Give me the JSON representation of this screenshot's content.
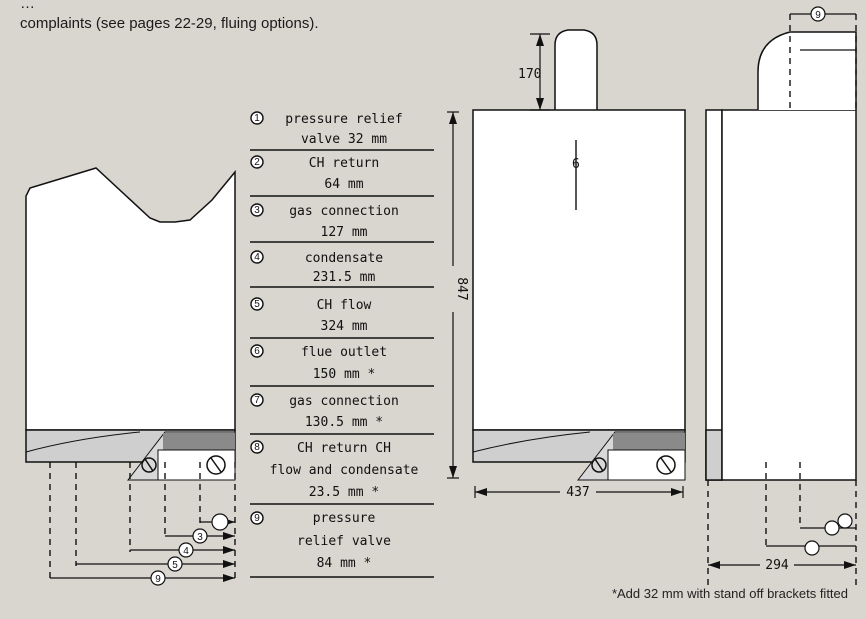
{
  "intro": {
    "line1": "…",
    "line2": "complaints (see pages 22-29, fluing options)."
  },
  "legend": [
    {
      "num": "1",
      "line1": "pressure relief",
      "line2": "valve 32 mm"
    },
    {
      "num": "2",
      "line1": "CH return",
      "line2": "64 mm"
    },
    {
      "num": "3",
      "line1": "gas connection",
      "line2": "127 mm"
    },
    {
      "num": "4",
      "line1": "condensate",
      "line2": "231.5 mm"
    },
    {
      "num": "5",
      "line1": "CH flow",
      "line2": "324 mm"
    },
    {
      "num": "6",
      "line1": "flue outlet",
      "line2": "150 mm *"
    },
    {
      "num": "7",
      "line1": "gas connection",
      "line2": "130.5 mm *"
    },
    {
      "num": "8",
      "line1": "CH return CH",
      "line2": "flow and condensate",
      "line3": "23.5 mm *"
    },
    {
      "num": "9",
      "line1": "pressure",
      "line2": "relief valve",
      "line3": "84 mm *"
    }
  ],
  "dimensions": {
    "flue_height": "170",
    "boiler_height": "847",
    "boiler_width": "437",
    "boiler_depth": "294"
  },
  "callouts": {
    "side_top": "9",
    "front_center": "6"
  },
  "footnote": "*Add 32 mm with stand off brackets fitted"
}
